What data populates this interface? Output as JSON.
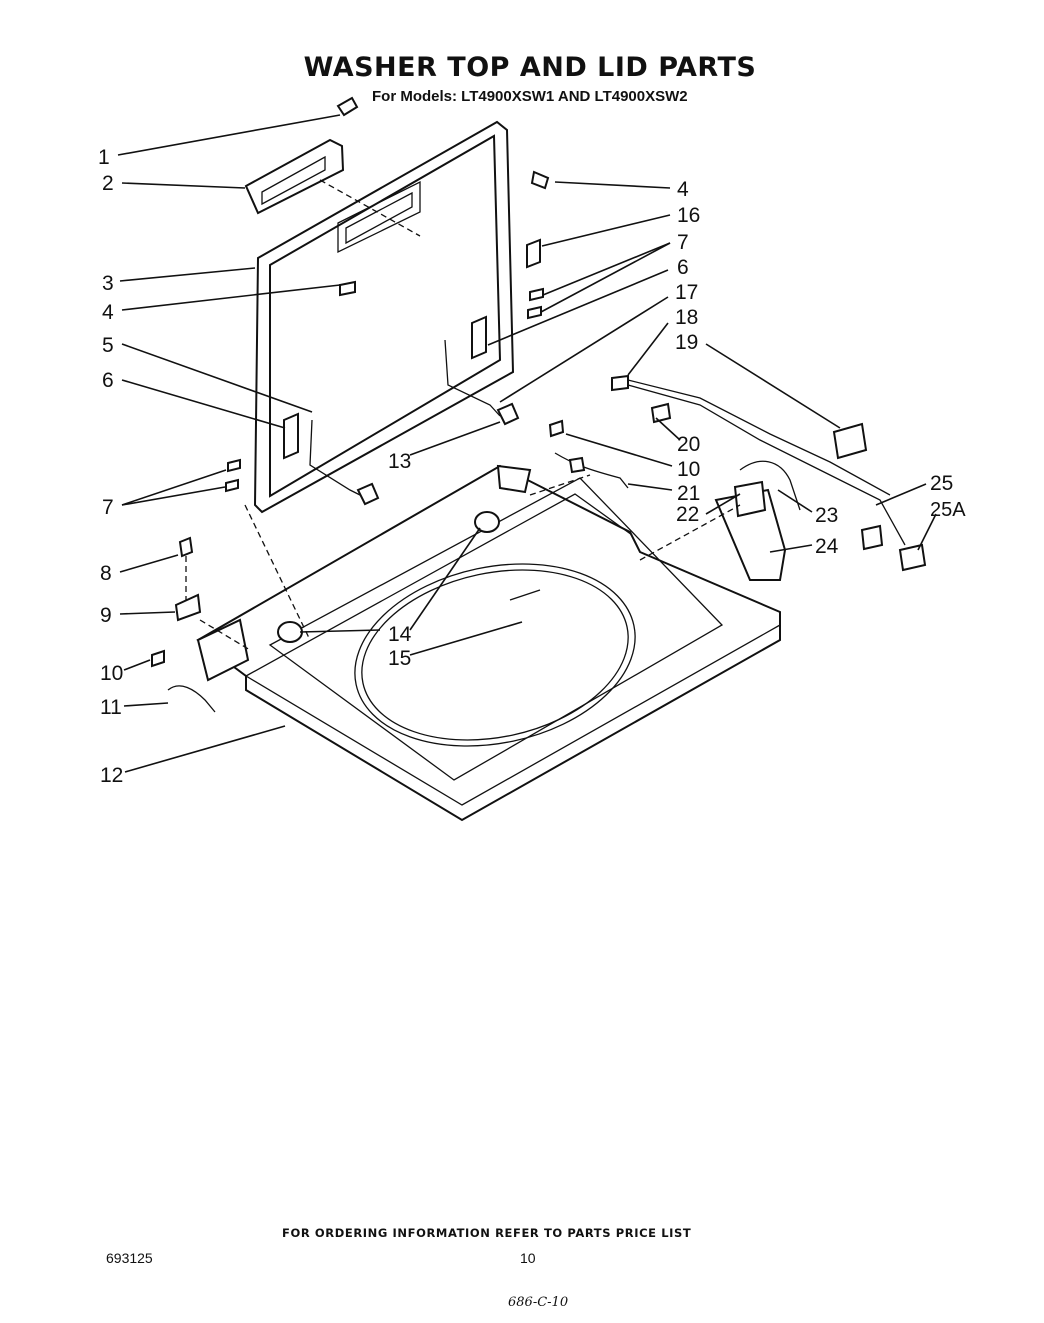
{
  "header": {
    "title": "WASHER TOP AND LID PARTS",
    "subtitle": "For Models: LT4900XSW1 AND LT4900XSW2"
  },
  "callouts": [
    "1",
    "2",
    "3",
    "4",
    "5",
    "6",
    "7",
    "8",
    "9",
    "10",
    "11",
    "12",
    "13",
    "14",
    "15",
    "4",
    "16",
    "7",
    "6",
    "17",
    "18",
    "19",
    "20",
    "10",
    "21",
    "22",
    "23",
    "24",
    "25",
    "25A"
  ],
  "footer": {
    "ordering_note": "FOR ORDERING INFORMATION REFER TO PARTS PRICE LIST",
    "doc_number": "693125",
    "page_number": "10",
    "handwritten_note": "686-C-10"
  }
}
